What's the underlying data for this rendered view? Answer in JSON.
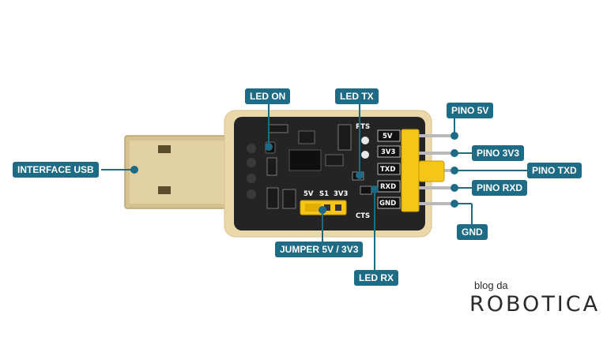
{
  "callouts": {
    "interface_usb": "INTERFACE USB",
    "led_on": "LED ON",
    "led_tx": "LED TX",
    "pino_5v": "PINO 5V",
    "pino_3v3": "PINO 3V3",
    "pino_txd": "PINO TXD",
    "pino_rxd": "PINO RXD",
    "gnd": "GND",
    "jumper": "JUMPER 5V / 3V3",
    "led_rx": "LED RX"
  },
  "board_labels": {
    "rts": "RTS",
    "cts": "CTS",
    "v5": "5V",
    "v3v3": "3V3",
    "txd": "TXD",
    "rxd": "RXD",
    "gnd": "GND",
    "jumper_5v": "5V",
    "jumper_s1": "S1",
    "jumper_3v3": "3V3"
  },
  "logo": {
    "small": "blog da",
    "big": "ROBOTICA"
  },
  "colors": {
    "callout": "#1d6b84",
    "pcb_outer": "#e8d3a6",
    "pcb_inner": "#222222",
    "usb_metal": "#d9c79a",
    "header": "#f5c518",
    "pins": "#b9b9b9"
  }
}
